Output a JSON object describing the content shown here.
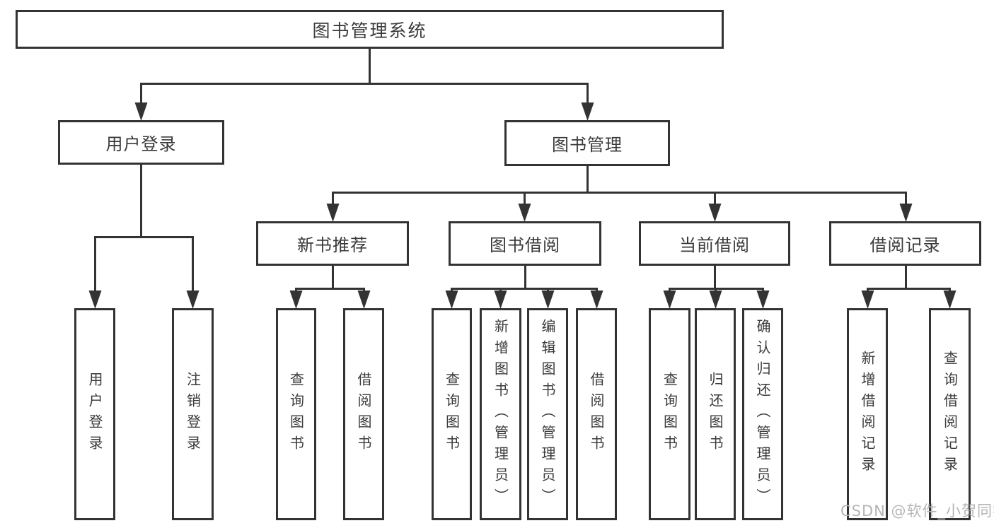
{
  "diagram": {
    "root": {
      "label": "图书管理系统"
    },
    "level2": [
      {
        "id": "user-login",
        "label": "用户登录"
      },
      {
        "id": "book-management",
        "label": "图书管理"
      }
    ],
    "level3": [
      {
        "id": "new-book-recommend",
        "label": "新书推荐"
      },
      {
        "id": "book-borrow",
        "label": "图书借阅"
      },
      {
        "id": "current-borrow",
        "label": "当前借阅"
      },
      {
        "id": "borrow-record",
        "label": "借阅记录"
      }
    ],
    "leaves": {
      "user_login": [
        {
          "label": "用户登录"
        },
        {
          "label": "注销登录"
        }
      ],
      "new_book_recommend": [
        {
          "label": "查询图书"
        },
        {
          "label": "借阅图书"
        }
      ],
      "book_borrow": [
        {
          "label": "查询图书"
        },
        {
          "label": "新增图书（管理员）"
        },
        {
          "label": "编辑图书（管理员）"
        },
        {
          "label": "借阅图书"
        }
      ],
      "current_borrow": [
        {
          "label": "查询图书"
        },
        {
          "label": "归还图书"
        },
        {
          "label": "确认归还（管理员）"
        }
      ],
      "borrow_record": [
        {
          "label": "新增借阅记录"
        },
        {
          "label": "查询借阅记录"
        }
      ]
    }
  },
  "watermark": {
    "text": "CSDN @软件_小贺同学"
  },
  "colors": {
    "line": "#333333",
    "text": "#3a3a3a",
    "watermark": "#b5b5b5",
    "background": "#ffffff"
  }
}
